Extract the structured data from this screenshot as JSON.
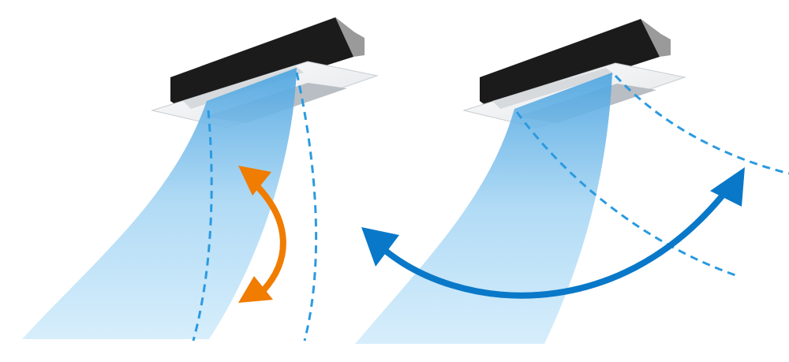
{
  "colors": {
    "background": "#ffffff",
    "airflow_top": "#4aa3e0",
    "airflow_bottom": "#d2ecfb",
    "dashed_line": "#2b9ae0",
    "vertical_swing_arrow": "#f07c00",
    "horizontal_swing_arrow": "#0a78c8",
    "unit_body": "#1b1b1b",
    "unit_panel": "#f2f3f4"
  },
  "icons": [
    "ceiling-cassette-unit",
    "airflow",
    "vertical-swing-arrow",
    "horizontal-swing-arrow"
  ]
}
